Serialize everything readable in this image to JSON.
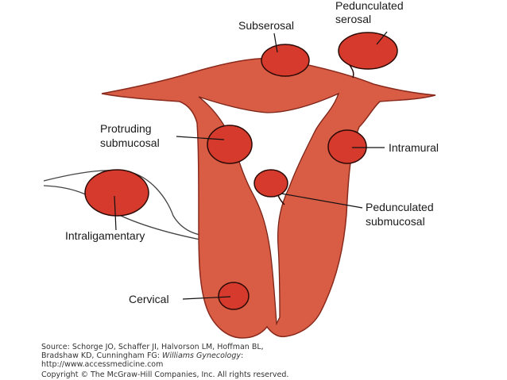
{
  "colors": {
    "uterus_fill": "#d95c45",
    "uterus_stroke": "#8a2a1c",
    "fibroid_fill": "#d53a2c",
    "fibroid_stroke": "#2b0a05",
    "cavity_fill": "#ffffff",
    "leader": "#111111",
    "label_text": "#1a1a1a",
    "source_text": "#333333"
  },
  "labels": {
    "subserosal": "Subserosal",
    "pedunculated_serosal_1": "Pedunculated",
    "pedunculated_serosal_2": "serosal",
    "protruding_1": "Protruding",
    "protruding_2": "submucosal",
    "intramural": "Intramural",
    "pedunculated_sub_1": "Pedunculated",
    "pedunculated_sub_2": "submucosal",
    "intraligamentary": "Intraligamentary",
    "cervical": "Cervical"
  },
  "source": {
    "line1": "Source: Schorge JO, Schaffer JI, Halvorson LM, Hoffman BL,",
    "line2_prefix": "Bradshaw KD, Cunningham FG: ",
    "line2_italic": "Williams Gynecology",
    "line2_suffix": ":",
    "line3": "http://www.accessmedicine.com",
    "copyright": "Copyright © The McGraw-Hill Companies, Inc. All rights reserved."
  }
}
